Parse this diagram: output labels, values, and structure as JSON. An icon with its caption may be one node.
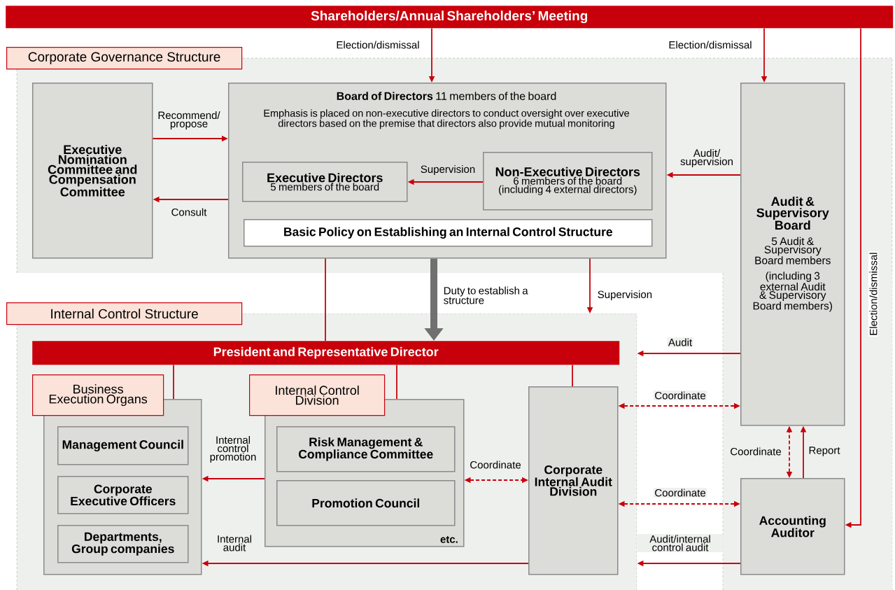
{
  "diagram": {
    "nodes": [
      {
        "text": [
          "Shareholders/Annual Shareholders’ Meeting"
        ]
      },
      {
        "text": [
          "Corporate Governance Structure"
        ]
      },
      {
        "text": [
          "Executive Nomination Committee and Compensation Committee"
        ],
        "in": 1
      },
      {
        "text": [
          "**Board of Directors** 11 members of the board",
          "Emphasis is placed on non-executive directors to conduct oversight over executive directors based on the premise that directors also provide mutual monitoring"
        ],
        "in": 1
      },
      {
        "text": [
          "Executive Directors",
          "5 members of the board"
        ],
        "in": 3
      },
      {
        "text": [
          "Non-Executive Directors",
          "6 members of the board (including 4 external directors)"
        ],
        "in": 3
      },
      {
        "text": [
          "Basic Policy on Establishing an Internal Control Structure"
        ],
        "in": 3
      },
      {
        "text": [
          "Audit & Supervisory Board",
          "5 Audit & Supervisory Board members",
          "(including 3 external Audit & Supervisory Board members)"
        ]
      },
      {
        "text": [
          "Internal Control Structure"
        ]
      },
      {
        "text": [
          "President and Representative Director"
        ],
        "in": 8
      },
      {
        "text": [
          "Business Execution Organs"
        ],
        "in": 8
      },
      {
        "text": [
          "Management Council"
        ],
        "in": 10
      },
      {
        "text": [
          "Corporate Executive Officers"
        ],
        "in": 10
      },
      {
        "text": [
          "Departments, Group companies"
        ],
        "in": 10
      },
      {
        "text": [
          "Internal Control Division",
          "etc."
        ],
        "in": 8
      },
      {
        "text": [
          "Risk Management & Compliance Committee"
        ],
        "in": 14
      },
      {
        "text": [
          "Promotion Council"
        ],
        "in": 14
      },
      {
        "text": [
          "Corporate Internal Audit Division"
        ],
        "in": 8
      },
      {
        "text": [
          "Accounting Auditor"
        ]
      }
    ],
    "edges": [
      {
        "from": 0,
        "to": 3,
        "arrow": "to",
        "label": "Election/dismissal"
      },
      {
        "from": 0,
        "to": 7,
        "arrow": "to",
        "label": "Election/dismissal"
      },
      {
        "from": 0,
        "to": 18,
        "arrow": "to",
        "label": "Election/dismissal"
      },
      {
        "from": 2,
        "to": 3,
        "arrow": "to",
        "label": "Recommend/ propose"
      },
      {
        "from": 3,
        "to": 2,
        "arrow": "to",
        "label": "Consult"
      },
      {
        "from": 5,
        "to": 4,
        "arrow": "to",
        "label": "Supervision"
      },
      {
        "from": 7,
        "to": 3,
        "arrow": "to",
        "label": "Audit/ supervision"
      },
      {
        "from": 3,
        "to": 9,
        "arrow": "to",
        "label": "Duty to establish a structure",
        "style": "thick",
        "color": "#707070"
      },
      {
        "from": 3,
        "to": 8,
        "arrow": "to",
        "label": "Supervision"
      },
      {
        "from": 3,
        "to": 9,
        "arrow": "none"
      },
      {
        "from": 7,
        "to": 8,
        "arrow": "to",
        "label": "Audit"
      },
      {
        "from": 17,
        "to": 7,
        "arrow": "both",
        "label": "Coordinate",
        "style": "dashed"
      },
      {
        "from": 17,
        "to": 18,
        "arrow": "both",
        "label": "Coordinate",
        "style": "dashed"
      },
      {
        "from": 18,
        "to": 7,
        "arrow": "both",
        "label": "Coordinate",
        "style": "dashed"
      },
      {
        "from": 18,
        "to": 7,
        "arrow": "to",
        "label": "Report"
      },
      {
        "from": 14,
        "to": 17,
        "arrow": "both",
        "label": "Coordinate",
        "style": "dashed"
      },
      {
        "from": 14,
        "to": 10,
        "arrow": "to",
        "label": "Internal control promotion"
      },
      {
        "from": 17,
        "to": 10,
        "arrow": "to",
        "label": "Internal audit"
      },
      {
        "from": 18,
        "to": 8,
        "arrow": "to",
        "label": "Audit/internal control audit"
      },
      {
        "from": 10,
        "to": 9,
        "arrow": "none"
      },
      {
        "from": 14,
        "to": 9,
        "arrow": "none"
      },
      {
        "from": 17,
        "to": 9,
        "arrow": "none"
      }
    ]
  }
}
